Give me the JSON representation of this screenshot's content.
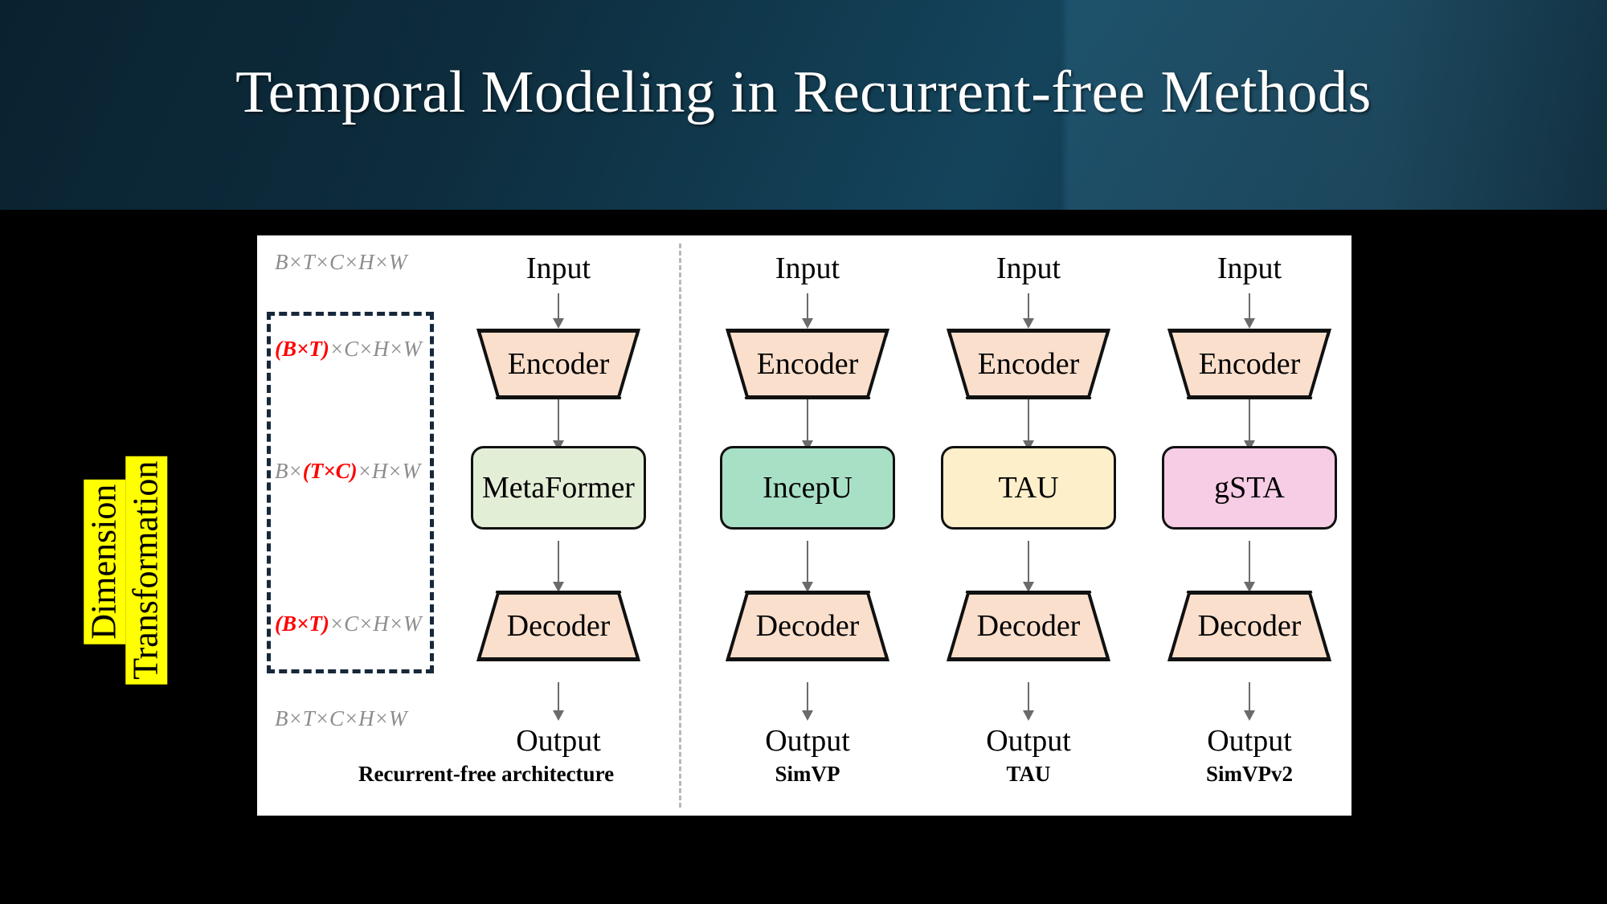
{
  "header": {
    "title": "Temporal Modeling in Recurrent-free Methods",
    "gradient_start": "#0a2230",
    "gradient_end": "#14445c"
  },
  "side_label": {
    "line1": "Dimension",
    "line2": "Transformation",
    "highlight_color": "#ffff00",
    "text_color": "#000000"
  },
  "dimensions": {
    "accent_color": "#ff0000",
    "text_color": "#8c8c8c",
    "items": [
      {
        "plain_before": "B×T×C×H×W",
        "accent": "",
        "plain_after": ""
      },
      {
        "plain_before": "",
        "accent": "(B×T)",
        "plain_after": "×C×H×W"
      },
      {
        "plain_before": "B×",
        "accent": "(T×C)",
        "plain_after": "×H×W"
      },
      {
        "plain_before": "",
        "accent": "(B×T)",
        "plain_after": "×C×H×W"
      },
      {
        "plain_before": "B×T×C×H×W",
        "accent": "",
        "plain_after": ""
      }
    ]
  },
  "columns": [
    {
      "input": "Input",
      "encoder": "Encoder",
      "core": "MetaFormer",
      "core_color": "#e3eed6",
      "decoder": "Decoder",
      "output": "Output",
      "caption": "Recurrent-free architecture"
    },
    {
      "input": "Input",
      "encoder": "Encoder",
      "core": "IncepU",
      "core_color": "#a8e0c6",
      "decoder": "Decoder",
      "output": "Output",
      "caption": "SimVP"
    },
    {
      "input": "Input",
      "encoder": "Encoder",
      "core": "TAU",
      "core_color": "#fcefc9",
      "decoder": "Decoder",
      "output": "Output",
      "caption": "TAU"
    },
    {
      "input": "Input",
      "encoder": "Encoder",
      "core": "gSTA",
      "core_color": "#f7cce5",
      "decoder": "Decoder",
      "output": "Output",
      "caption": "SimVPv2"
    }
  ],
  "palette": {
    "encoder_decoder_fill": "#fadfcc",
    "panel_background": "#ffffff",
    "slide_background": "#000000",
    "dashed_region_color": "#16283a",
    "divider_color": "#b8b8b8",
    "arrow_color": "#6b6b6b"
  }
}
